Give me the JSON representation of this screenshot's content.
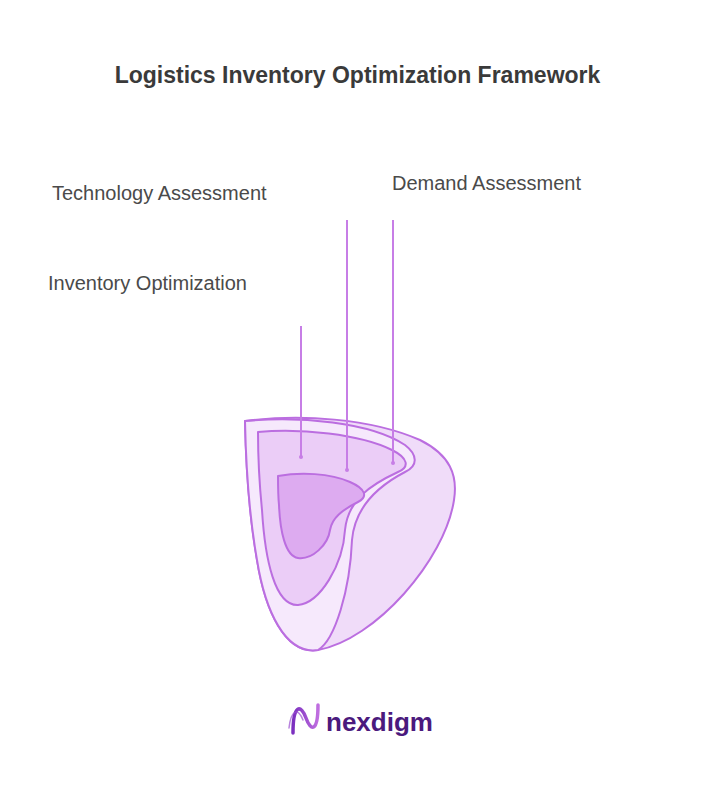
{
  "diagram": {
    "title": "Logistics Inventory Optimization Framework",
    "nodes": [
      {
        "text": [
          "Demand Assessment"
        ]
      },
      {
        "text": [
          "Technology Assessment"
        ],
        "in": 0
      },
      {
        "text": [
          "Inventory Optimization"
        ],
        "in": 1
      }
    ],
    "labels": [
      "nexdigm"
    ]
  }
}
